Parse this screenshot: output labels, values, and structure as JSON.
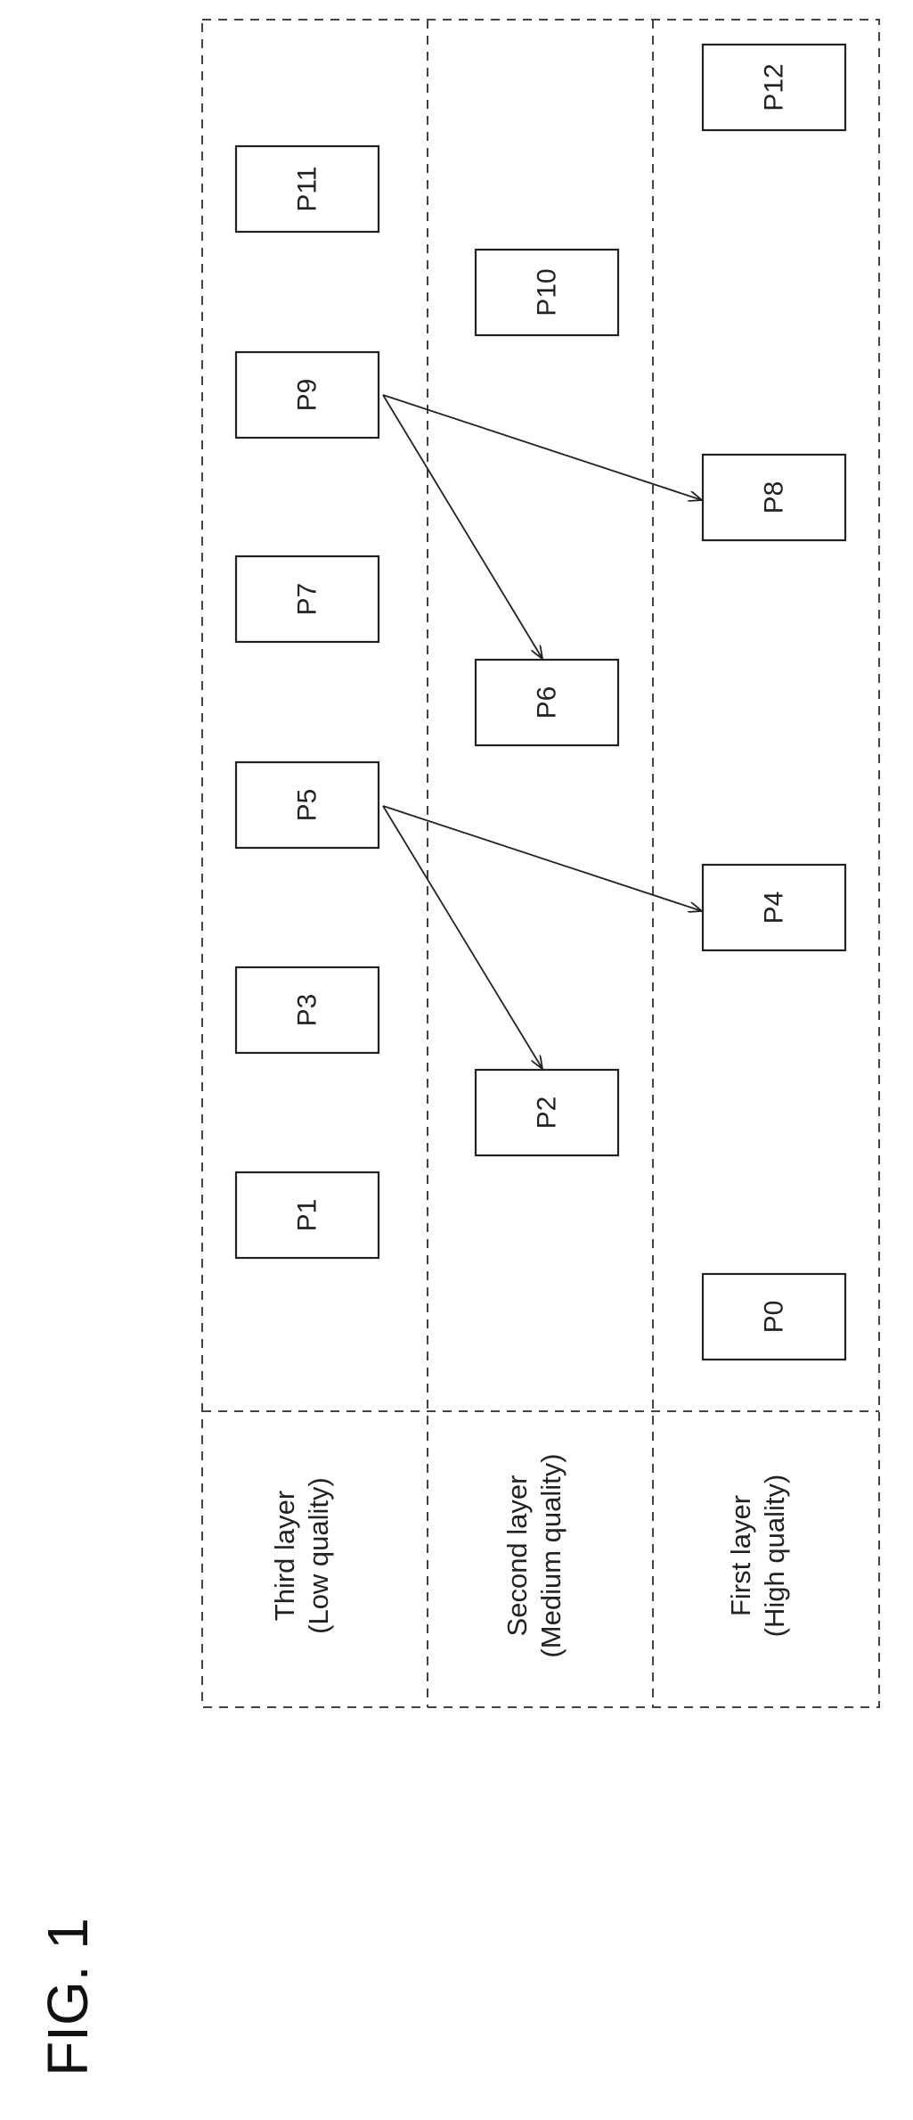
{
  "figure": {
    "label": "FIG. 1"
  },
  "layers": [
    {
      "id": "third",
      "name": "Third layer",
      "quality": "(Low quality)"
    },
    {
      "id": "second",
      "name": "Second layer",
      "quality": "(Medium quality)"
    },
    {
      "id": "first",
      "name": "First layer",
      "quality": "(High quality)"
    }
  ],
  "pictures": [
    {
      "id": "P0",
      "label": "P0",
      "layer": "first"
    },
    {
      "id": "P1",
      "label": "P1",
      "layer": "third"
    },
    {
      "id": "P2",
      "label": "P2",
      "layer": "second"
    },
    {
      "id": "P3",
      "label": "P3",
      "layer": "third"
    },
    {
      "id": "P4",
      "label": "P4",
      "layer": "first"
    },
    {
      "id": "P5",
      "label": "P5",
      "layer": "third"
    },
    {
      "id": "P6",
      "label": "P6",
      "layer": "second"
    },
    {
      "id": "P7",
      "label": "P7",
      "layer": "third"
    },
    {
      "id": "P8",
      "label": "P8",
      "layer": "first"
    },
    {
      "id": "P9",
      "label": "P9",
      "layer": "third"
    },
    {
      "id": "P10",
      "label": "P10",
      "layer": "second"
    },
    {
      "id": "P11",
      "label": "P11",
      "layer": "third"
    },
    {
      "id": "P12",
      "label": "P12",
      "layer": "first"
    }
  ],
  "references": [
    {
      "from": "P5",
      "to": "P2"
    },
    {
      "from": "P5",
      "to": "P4"
    },
    {
      "from": "P9",
      "to": "P6"
    },
    {
      "from": "P9",
      "to": "P8"
    }
  ]
}
